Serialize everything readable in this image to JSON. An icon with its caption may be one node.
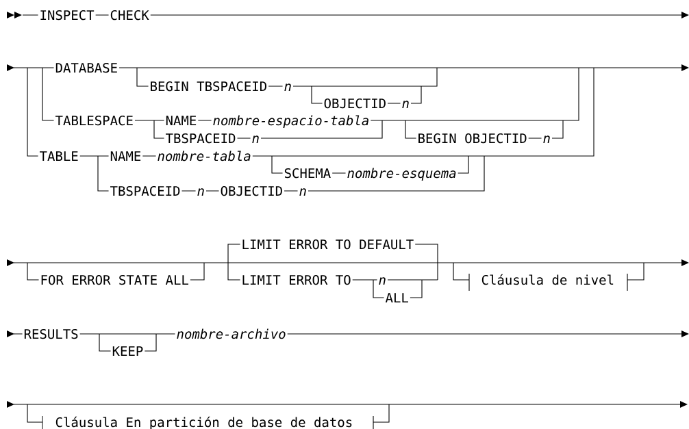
{
  "diagram": {
    "labels": [
      "INSPECT",
      "CHECK",
      "DATABASE",
      "BEGIN TBSPACEID",
      "n",
      "OBJECTID",
      "n",
      "TABLESPACE",
      "NAME",
      "nombre-espacio-tabla",
      "TBSPACEID",
      "n",
      "BEGIN OBJECTID",
      "n",
      "TABLE",
      "NAME",
      "nombre-tabla",
      "SCHEMA",
      "nombre-esquema",
      "TBSPACEID",
      "n",
      "OBJECTID",
      "n",
      "LIMIT ERROR TO DEFAULT",
      "FOR ERROR STATE ALL",
      "LIMIT ERROR TO",
      "n",
      "ALL",
      "Cláusula de nivel",
      "RESULTS",
      "KEEP",
      "nombre-archivo",
      "Cláusula En partición de base de datos"
    ]
  }
}
